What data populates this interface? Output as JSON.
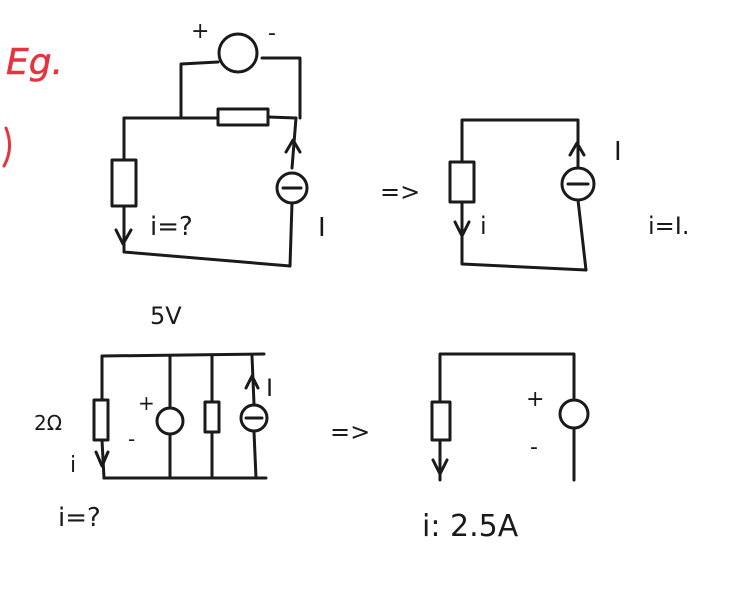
{
  "heading": {
    "text": "Eg.",
    "color": "#e8323c"
  },
  "ink_color": "#1a1a1a",
  "circuit_1": {
    "labels": {
      "plus": "+",
      "minus": "-",
      "current_eq": "i=?",
      "source": "I"
    }
  },
  "circuit_2": {
    "labels": {
      "current": "i",
      "source": "I",
      "result": "i=I."
    }
  },
  "arrow_1": {
    "text": "=>"
  },
  "circuit_3": {
    "labels": {
      "voltage": "5V",
      "resistance": "2Ω",
      "current": "i",
      "plus": "+",
      "minus": "-",
      "source": "I",
      "question": "i=?"
    }
  },
  "arrow_2": {
    "text": "=>"
  },
  "circuit_4": {
    "labels": {
      "plus": "+",
      "minus": "-",
      "result": "i: 2.5A"
    }
  }
}
